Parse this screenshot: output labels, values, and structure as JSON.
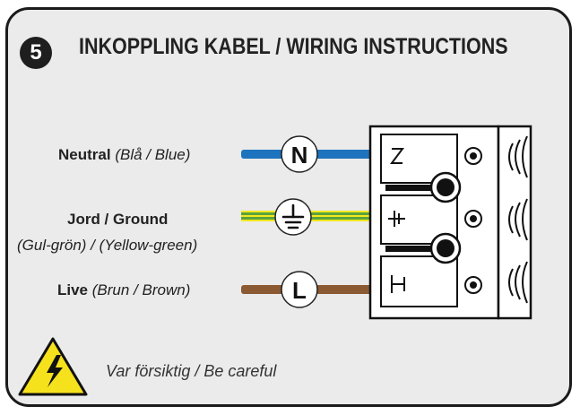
{
  "step_number": "5",
  "title": "INKOPPLING KABEL / WIRING INSTRUCTIONS",
  "wires": [
    {
      "name": "Neutral",
      "note": "(Blå / Blue)",
      "symbol": "N",
      "color": "#1e73be"
    },
    {
      "name": "Jord / Ground",
      "note": "(Gul-grön) / (Yellow-green)",
      "symbol": "⏚",
      "color": "#8dc63f"
    },
    {
      "name": "Live",
      "note": "(Brun / Brown)",
      "symbol": "L",
      "color": "#8b5a33"
    }
  ],
  "terminal_marks": [
    "N",
    "⏚",
    "L"
  ],
  "warning": {
    "icon": "high-voltage-warning-icon",
    "text": "Var försiktig / Be careful"
  },
  "colors": {
    "panel": "#ebebeb",
    "border": "#1b1b1b",
    "warning_yellow": "#f6e11d"
  }
}
